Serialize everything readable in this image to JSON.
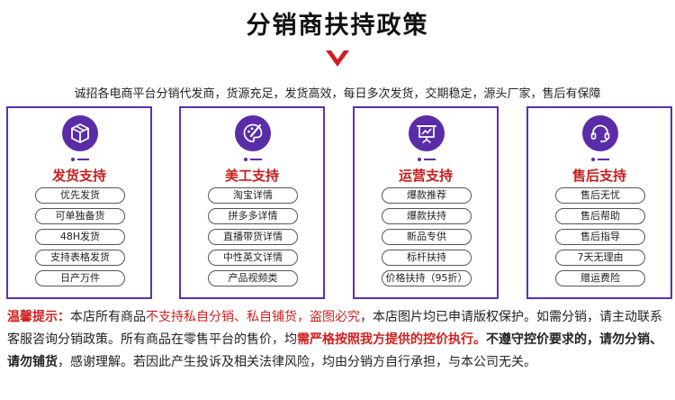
{
  "page": {
    "title": "分销商扶持政策",
    "subtitle": "诚招各电商平台分销代发商，货源充足，发货高效，每日多次发货，交期稳定，源头厂家，售后有保障"
  },
  "colors": {
    "accent": "#5a2ca8",
    "title_red": "#c81e1e",
    "notice_red": "#d11f1f"
  },
  "cards": [
    {
      "title": "发货支持",
      "icon": "box-icon",
      "items": [
        "优先发货",
        "可单独备货",
        "48H发货",
        "支持表格发货",
        "日产万件"
      ]
    },
    {
      "title": "美工支持",
      "icon": "palette-brush-icon",
      "items": [
        "淘宝详情",
        "拼多多详情",
        "直播带货详情",
        "中性英文详情",
        "产品视频类"
      ]
    },
    {
      "title": "运营支持",
      "icon": "presentation-board-icon",
      "items": [
        "爆款推荐",
        "爆款扶持",
        "新品专供",
        "标杆扶持",
        "价格扶持（95折）"
      ]
    },
    {
      "title": "售后支持",
      "icon": "headset-icon",
      "items": [
        "售后无忧",
        "售后帮助",
        "售后指导",
        "7天无理由",
        "赠运费险"
      ]
    }
  ],
  "notice": {
    "label": "温馨提示：",
    "t1": "本店所有商品",
    "r1": "不支持私自分销、私自铺货，盗图必究",
    "t2": "，本店图片均已申请版权保护。如需分销，请主动联系客服咨询分销政策。所有商品在零售平台的售价，均",
    "r2": "需严格按照我方提供的控价执行。",
    "b1": "不遵守控价要求的，请勿分销、请勿铺货",
    "t3": "，感谢理解。若因此产生投诉及相关法律风险，均由分销方自行承担，与本公司无关。"
  }
}
